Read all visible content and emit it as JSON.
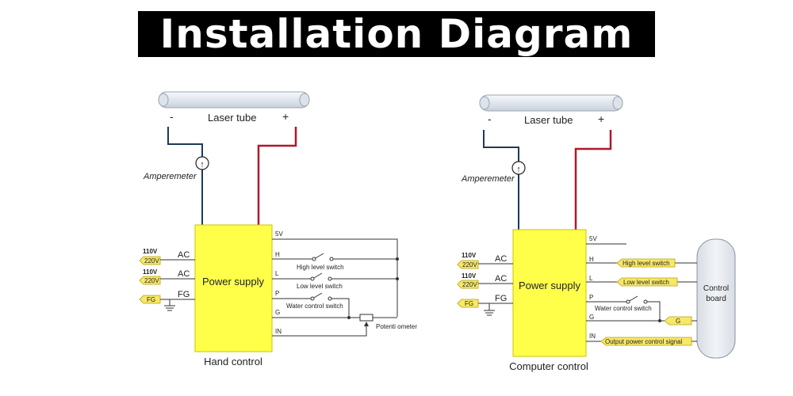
{
  "title": "Installation Diagram",
  "left_diagram": {
    "laser_tube": "Laser tube",
    "minus": "-",
    "plus": "+",
    "amperemeter": "Amperemeter",
    "amperemeter_symbol": "↑",
    "power_supply": "Power supply",
    "caption": "Hand control",
    "inputs": [
      {
        "voltage_1": "110V",
        "voltage_2": "220V",
        "terminal": "AC"
      },
      {
        "voltage_1": "110V",
        "voltage_2": "220V",
        "terminal": "AC"
      },
      {
        "tag": "FG",
        "terminal": "FG"
      }
    ],
    "pins": [
      "5V",
      "H",
      "L",
      "P",
      "G",
      "IN"
    ],
    "high_level_switch": "High level switch",
    "low_level_switch": "Low level switch",
    "water_control_switch": "Water control switch",
    "potentiometer": "Potenti ometer"
  },
  "right_diagram": {
    "laser_tube": "Laser tube",
    "minus": "-",
    "plus": "+",
    "amperemeter": "Amperemeter",
    "amperemeter_symbol": "↑",
    "power_supply": "Power supply",
    "caption": "Computer control",
    "inputs": [
      {
        "voltage_1": "110V",
        "voltage_2": "220V",
        "terminal": "AC"
      },
      {
        "voltage_1": "110V",
        "voltage_2": "220V",
        "terminal": "AC"
      },
      {
        "tag": "FG",
        "terminal": "FG"
      }
    ],
    "pins": [
      "5V",
      "H",
      "L",
      "P",
      "G",
      "IN"
    ],
    "signals": {
      "high": "High level switch",
      "low": "Low level switch",
      "g": "G",
      "output": "Output power control signal"
    },
    "water_control_switch": "Water control switch",
    "control_board_1": "Control",
    "control_board_2": "board"
  },
  "colors": {
    "power_supply": "#ffff4a",
    "positive_wire": "#b0182a",
    "negative_wire": "#1d3a5a",
    "tag": "#f7e86a",
    "tag_border": "#b8a000",
    "tube": "#e6ecf2",
    "board": "#e8ebf0"
  }
}
